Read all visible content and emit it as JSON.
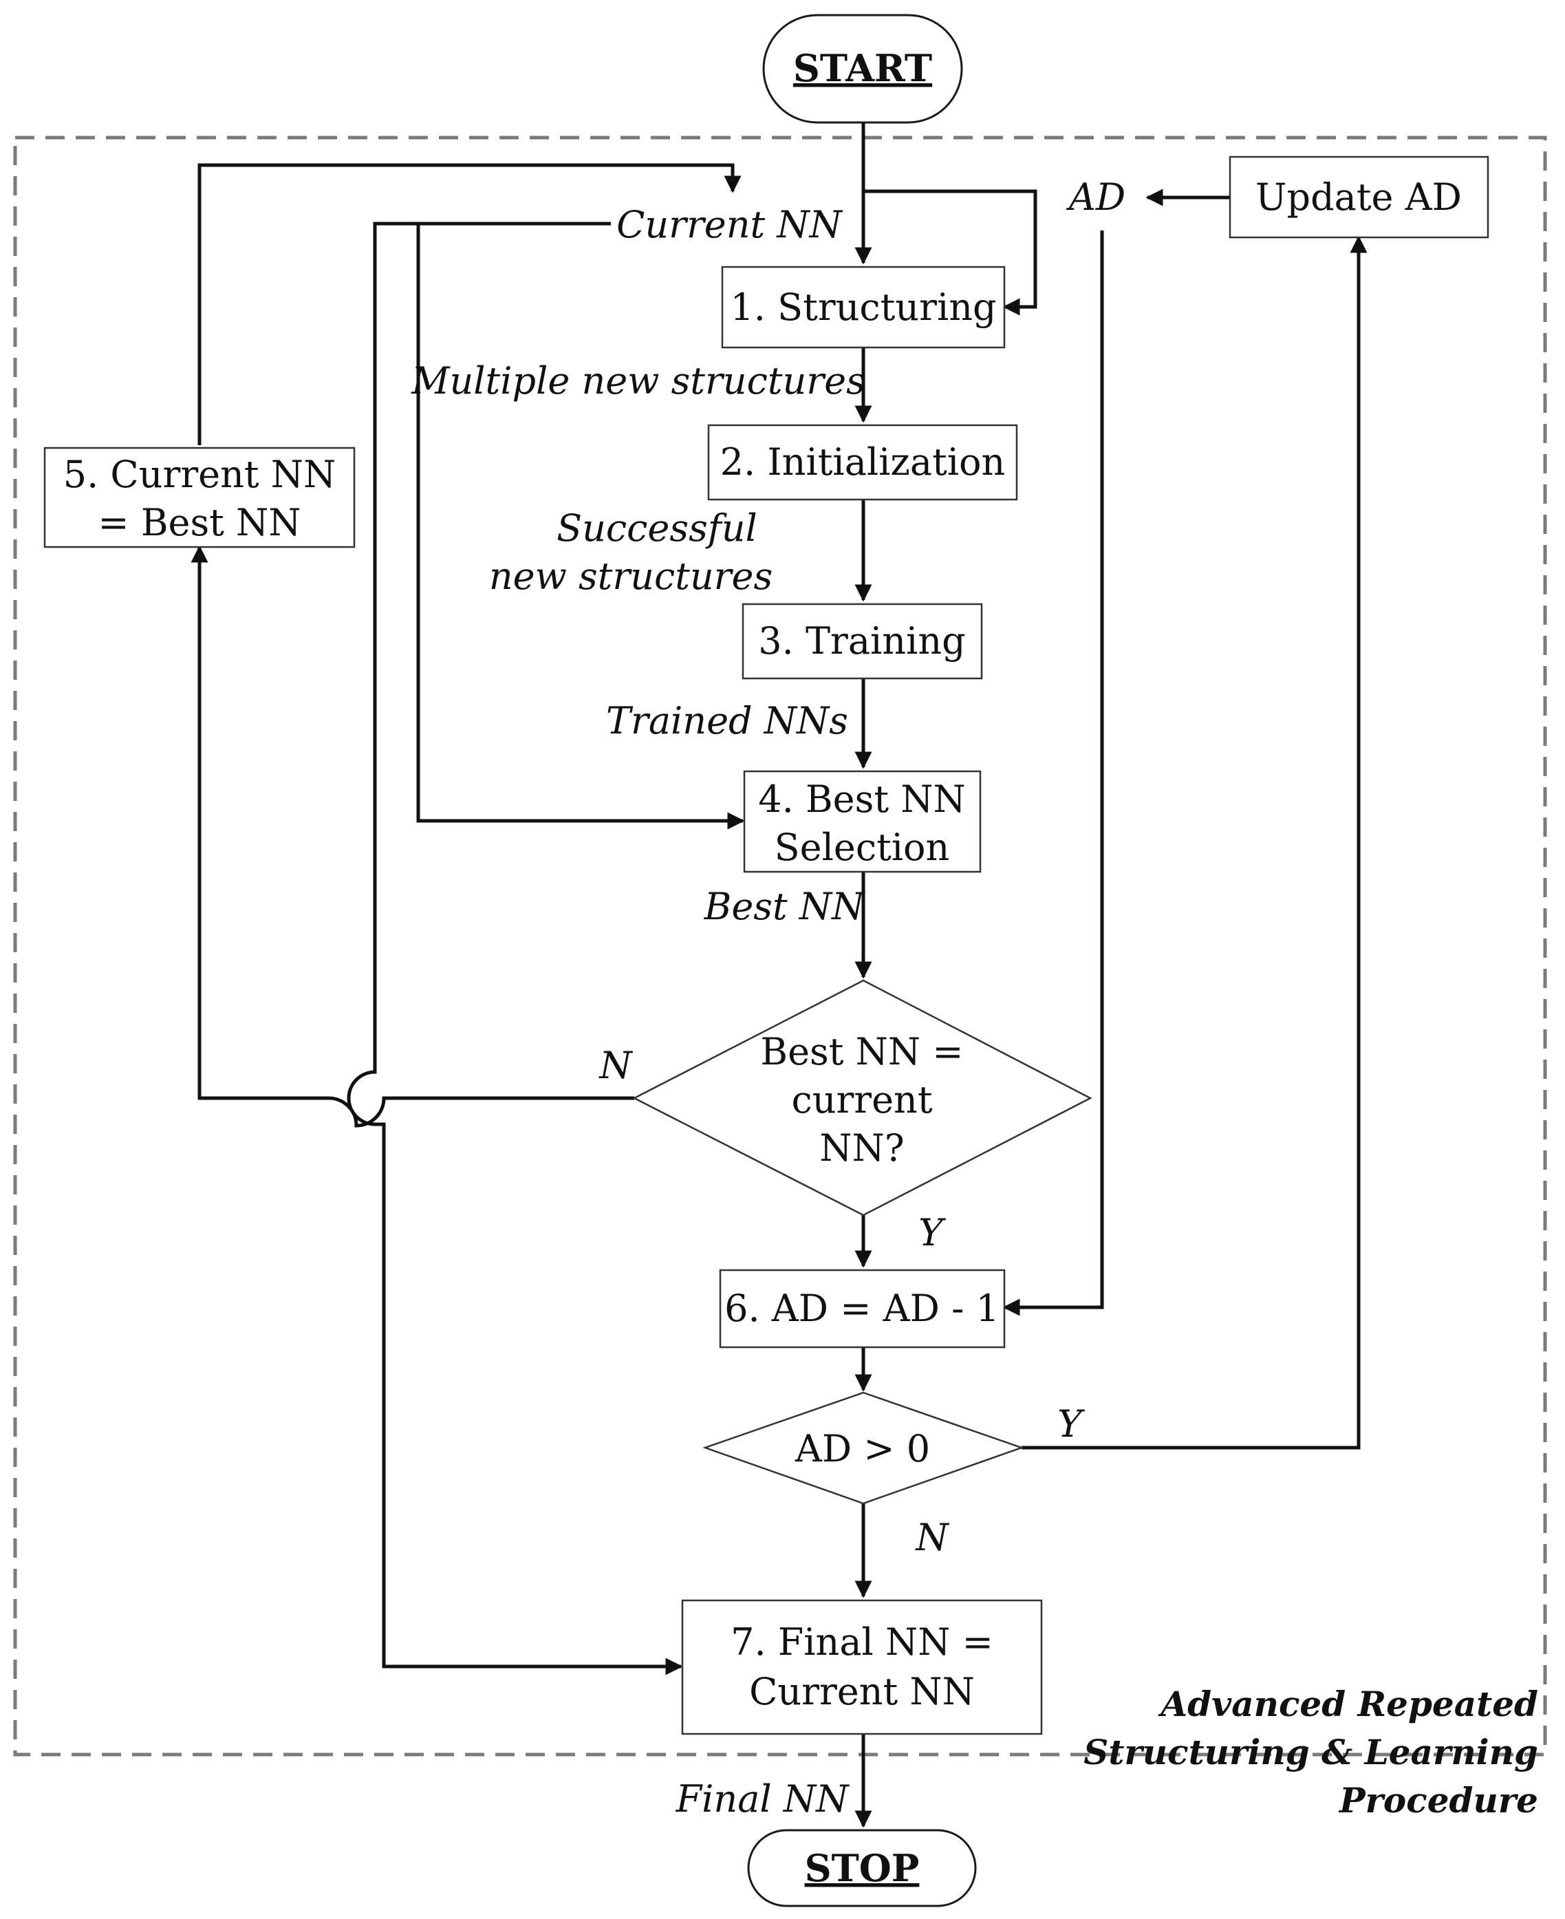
{
  "terminals": {
    "start": "START",
    "stop": "STOP"
  },
  "steps": {
    "structuring": "1. Structuring",
    "initialization": "2. Initialization",
    "training": "3. Training",
    "best_selection": [
      "4. Best NN",
      "Selection"
    ],
    "current_eq_best": [
      "5. Current NN",
      "= Best NN"
    ],
    "ad_decrement": "6. AD = AD - 1",
    "final": [
      "7. Final NN =",
      "Current NN"
    ],
    "update_ad": "Update AD"
  },
  "decisions": {
    "best_is_current": [
      "Best NN =",
      "current",
      "NN?"
    ],
    "ad_positive": "AD > 0"
  },
  "flow_labels": {
    "current_nn": "Current NN",
    "ad": "AD",
    "multiple_new": "Multiple new structures",
    "successful_new": [
      "Successful",
      "new structures"
    ],
    "trained": "Trained NNs",
    "best_nn": "Best NN",
    "n1": "N",
    "y1": "Y",
    "y2": "Y",
    "n2": "N",
    "final_nn": "Final NN"
  },
  "procedure_label": [
    "Advanced Repeated",
    "Structuring & Learning",
    "Procedure"
  ]
}
